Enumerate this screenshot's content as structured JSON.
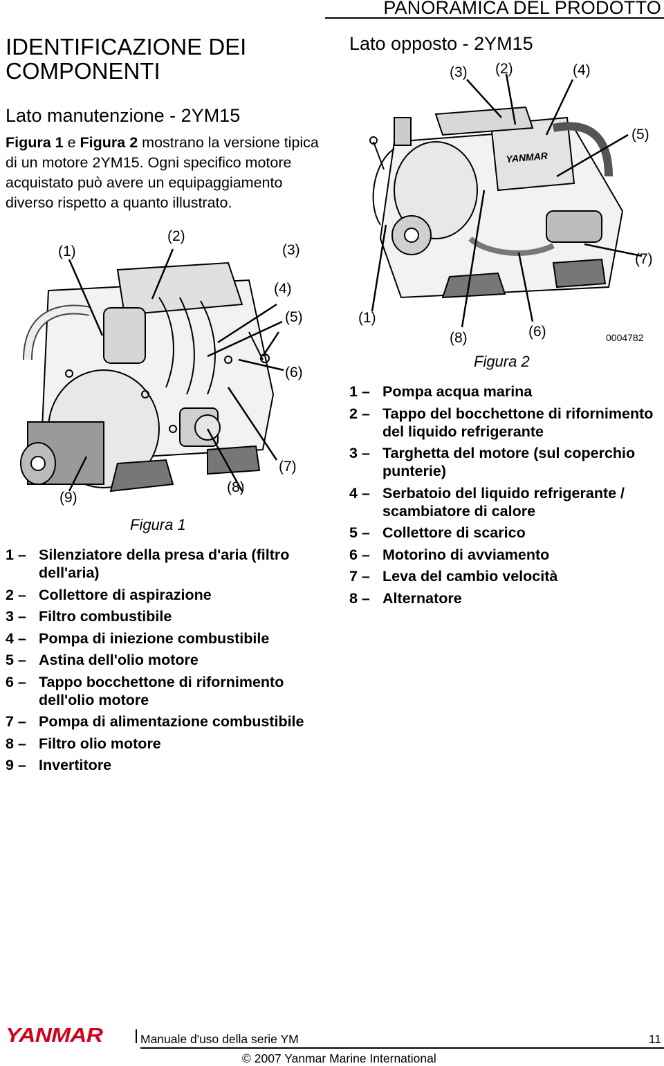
{
  "header": {
    "section_title": "PANORAMICA DEL PRODOTTO"
  },
  "left": {
    "title": "IDENTIFICAZIONE DEI COMPONENTI",
    "subtitle": "Lato manutenzione - 2YM15",
    "intro": {
      "fig1": "Figura 1",
      "and": " e ",
      "fig2": "Figura 2",
      "rest": " mostrano la versione tipica di un motore 2YM15. Ogni specifico motore acquistato può avere un equipaggiamento diverso rispetto a quanto illustrato."
    },
    "callouts": [
      "(1)",
      "(2)",
      "(3)",
      "(4)",
      "(5)",
      "(6)",
      "(7)",
      "(8)",
      "(9)"
    ],
    "caption": "Figura 1",
    "items": [
      {
        "num": "1 –",
        "text": "Silenziatore della presa d'aria (filtro dell'aria)"
      },
      {
        "num": "2 –",
        "text": "Collettore di aspirazione"
      },
      {
        "num": "3 –",
        "text": "Filtro combustibile"
      },
      {
        "num": "4 –",
        "text": "Pompa di iniezione combustibile"
      },
      {
        "num": "5 –",
        "text": "Astina dell'olio motore"
      },
      {
        "num": "6 –",
        "text": "Tappo bocchettone di rifornimento dell'olio motore"
      },
      {
        "num": "7 –",
        "text": "Pompa di alimentazione combustibile"
      },
      {
        "num": "8 –",
        "text": "Filtro olio motore"
      },
      {
        "num": "9 –",
        "text": "Invertitore"
      }
    ]
  },
  "right": {
    "subtitle": "Lato opposto - 2YM15",
    "callouts": [
      "(1)",
      "(2)",
      "(3)",
      "(4)",
      "(5)",
      "(6)",
      "(7)",
      "(8)"
    ],
    "engine_brand": "YANMAR",
    "figure_code": "0004782",
    "caption": "Figura 2",
    "items": [
      {
        "num": "1 –",
        "text": "Pompa acqua marina"
      },
      {
        "num": "2 –",
        "text": "Tappo del bocchettone di rifornimento del liquido refrigerante"
      },
      {
        "num": "3 –",
        "text": "Targhetta del motore (sul coperchio punterie)"
      },
      {
        "num": "4 –",
        "text": "Serbatoio del liquido refrigerante / scambiatore di calore"
      },
      {
        "num": "5 –",
        "text": "Collettore di scarico"
      },
      {
        "num": "6 –",
        "text": "Motorino di avviamento"
      },
      {
        "num": "7 –",
        "text": "Leva del cambio velocità"
      },
      {
        "num": "8 –",
        "text": "Alternatore"
      }
    ]
  },
  "footer": {
    "logo": "YANMAR",
    "manual": "Manuale d'uso della serie YM",
    "page": "11",
    "copyright": "© 2007 Yanmar Marine International"
  }
}
